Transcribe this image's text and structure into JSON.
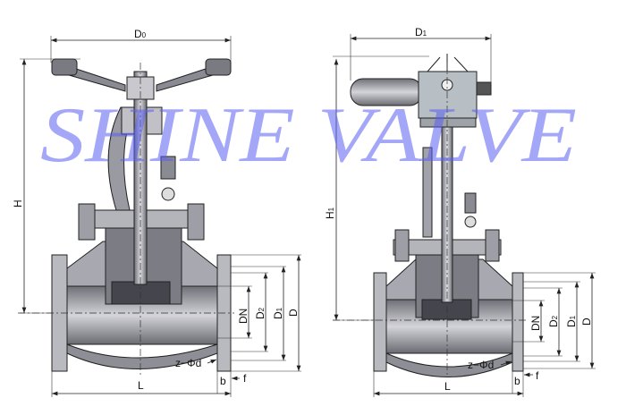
{
  "left_drawing": {
    "handwheel_diameter": {
      "main": "D",
      "sub": "0"
    },
    "height": "H",
    "nominal_diameter": "DN",
    "raised_face_diameter": {
      "main": "D",
      "sub": "2"
    },
    "bolt_circle_diameter": {
      "main": "D",
      "sub": "1"
    },
    "flange_diameter": "D",
    "bolt_holes": "z−Φd",
    "length": "L",
    "flange_thickness": "b",
    "raised_face_height": "f"
  },
  "right_drawing": {
    "actuator_width": {
      "main": "D",
      "sub": "1"
    },
    "height": {
      "main": "H",
      "sub": "1"
    },
    "nominal_diameter": "DN",
    "raised_face_diameter": {
      "main": "D",
      "sub": "2"
    },
    "bolt_circle_diameter": {
      "main": "D",
      "sub": "1"
    },
    "flange_diameter": "D",
    "bolt_holes": "z−Φd",
    "length": "L",
    "flange_thickness": "b",
    "raised_face_height": "f"
  },
  "watermark": "SHINE VALVE",
  "colors": {
    "watermark": "#5a5ef0",
    "metal": "#9a9aa2",
    "metal_dark": "#5e5e66"
  }
}
